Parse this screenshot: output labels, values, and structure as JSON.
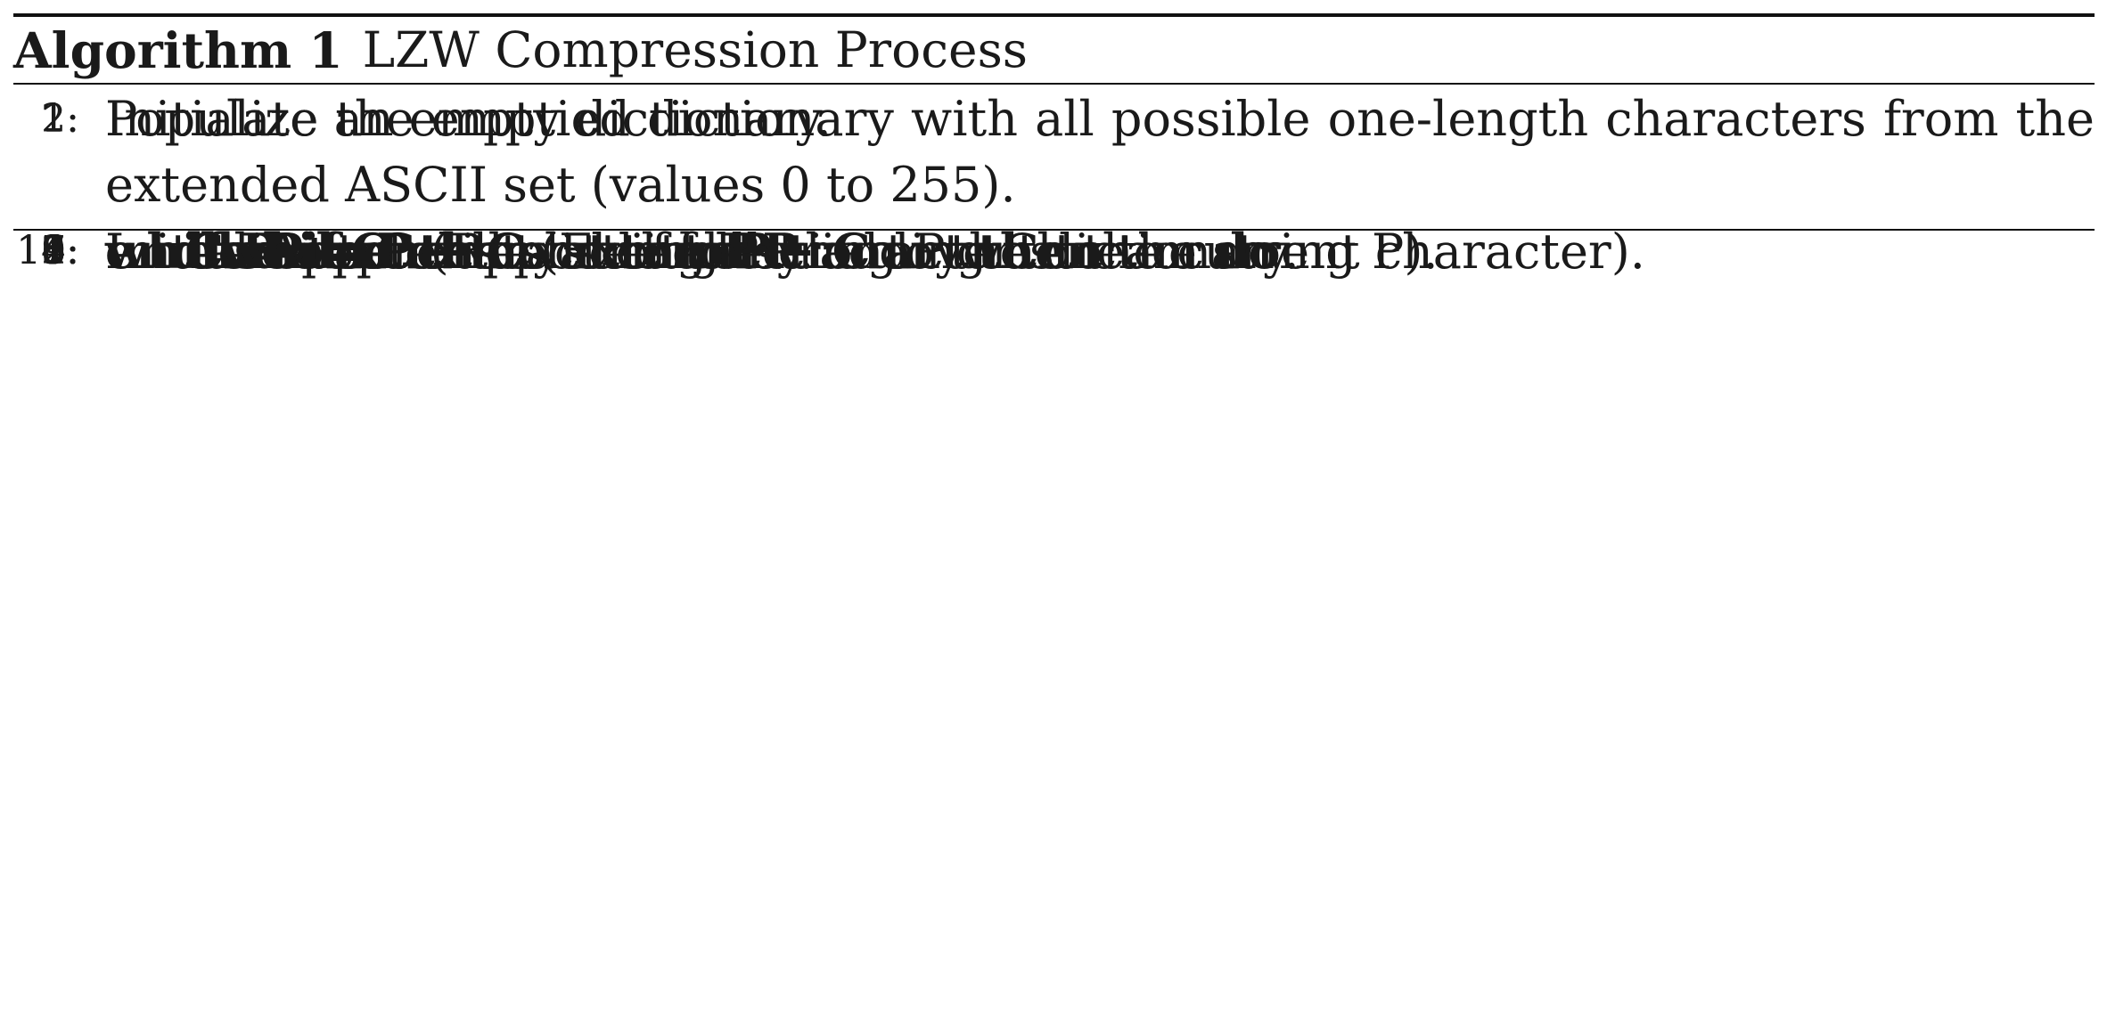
{
  "algorithm": {
    "label": "Algorithm 1",
    "title": "LZW Compression Process",
    "lines": [
      {
        "num": "1:",
        "text": "Initialize an empty dictionary."
      },
      {
        "num": "2:",
        "text": "Populate the emptied dictionary with all possible one-length characters from the extended ASCII set (values 0 to 255)."
      },
      {
        "num": "3:",
        "pre": "Initialize an empty string ",
        "var": "P",
        "post": "."
      },
      {
        "num": "4:",
        "kw1": "while",
        "mid": " not at the end of the character stream ",
        "kw2": "do"
      },
      {
        "num": "5:",
        "var": "C",
        "post": " = next character."
      },
      {
        "num": "6:",
        "kw1": "if",
        "var": " P + C",
        "mid": " exists in the dictionary ",
        "kw2": "then"
      },
      {
        "num": "7:",
        "var": "P = P + C",
        "post": " (Extend by adding C to the string P)."
      },
      {
        "num": "8:",
        "kw1": "else"
      },
      {
        "num": "9:",
        "pre": "Output the code for ",
        "var": "P",
        "post": "."
      },
      {
        "num": "10:",
        "pre": "Append the string ",
        "var": "P + C",
        "post": " to the dictionary."
      },
      {
        "num": "11:",
        "var": "P = C",
        "post": " (Replace the string P with the current character)."
      },
      {
        "num": "12:",
        "kw1": "end if"
      },
      {
        "num": "13:",
        "kw1": "end while"
      }
    ]
  }
}
